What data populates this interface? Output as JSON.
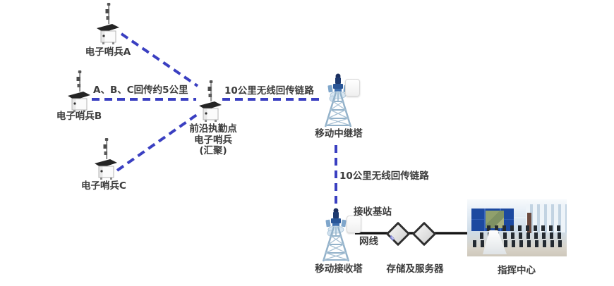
{
  "colors": {
    "dashed_link": "#3a3fc1",
    "solid_link": "#151515",
    "label_text": "#3c3c3c",
    "background": "#ffffff"
  },
  "nodes": {
    "sentry_a": {
      "label": "电子哨兵A"
    },
    "sentry_b": {
      "label": "电子哨兵B"
    },
    "sentry_c": {
      "label": "电子哨兵C"
    },
    "aggregation": {
      "line1": "前沿执勤点",
      "line2": "电子哨兵",
      "line3": "(汇聚)"
    },
    "relay_tower": {
      "label": "移动中继塔"
    },
    "receive_tower": {
      "label": "移动接收塔"
    },
    "base_station": {
      "label": "接收基站"
    },
    "storage_servers": {
      "label": "存储及服务器"
    },
    "command_center": {
      "label": "指挥中心"
    }
  },
  "links": {
    "abc_backhaul": {
      "label": "A、B、C回传约5公里",
      "style": "dashed"
    },
    "relay_backhaul": {
      "label": "10公里无线回传链路",
      "style": "dashed"
    },
    "receive_backhaul": {
      "label": "10公里无线回传链路",
      "style": "dashed"
    },
    "network_cable": {
      "label": "网线",
      "style": "solid"
    }
  },
  "icons": {
    "sentry": "sentry-station-icon",
    "tower": "lattice-tower-icon",
    "panel": "antenna-panel-icon",
    "storage": "server-diamond-icon",
    "switch": "switch-diamond-icon",
    "photo": "command-center-photo"
  }
}
